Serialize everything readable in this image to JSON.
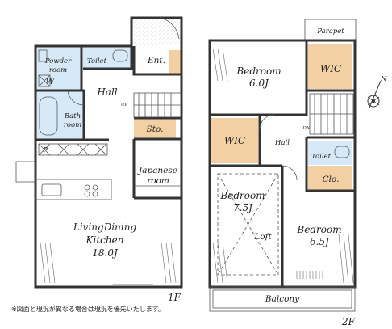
{
  "floor1": {
    "label": "1F",
    "rooms": {
      "powder": [
        "Powder",
        "room"
      ],
      "toilet": "Toilet",
      "ent": "Ent.",
      "w": "W",
      "hall": "Hall",
      "up": "UP",
      "bath": [
        "Bath",
        "room"
      ],
      "sto": "Sto.",
      "p": "P",
      "japanese": [
        "Japanese",
        "room"
      ],
      "ldk": [
        "LivingDining",
        "Kitchen",
        "18.0J"
      ]
    }
  },
  "floor2": {
    "label": "2F",
    "rooms": {
      "parapet": "Parapet",
      "bedroom1": [
        "Bedroom",
        "6.0J"
      ],
      "wic1": "WIC",
      "wic2": "WIC",
      "dn": "DN",
      "hall": "Hall",
      "toilet": "Toilet",
      "clo": "Clo.",
      "bedroom2": [
        "Bedroom",
        "7.5J"
      ],
      "loft": "Loft",
      "bedroom3": [
        "Bedroom",
        "6.5J"
      ],
      "balcony": "Balcony"
    }
  },
  "compass": {
    "label": "N"
  },
  "note": "※図面と現況が異なる場合は現況を優先いたします。",
  "colors": {
    "wet_area": "#d7e8f6",
    "storage": "#f3cfa4",
    "wall": "#333333"
  }
}
